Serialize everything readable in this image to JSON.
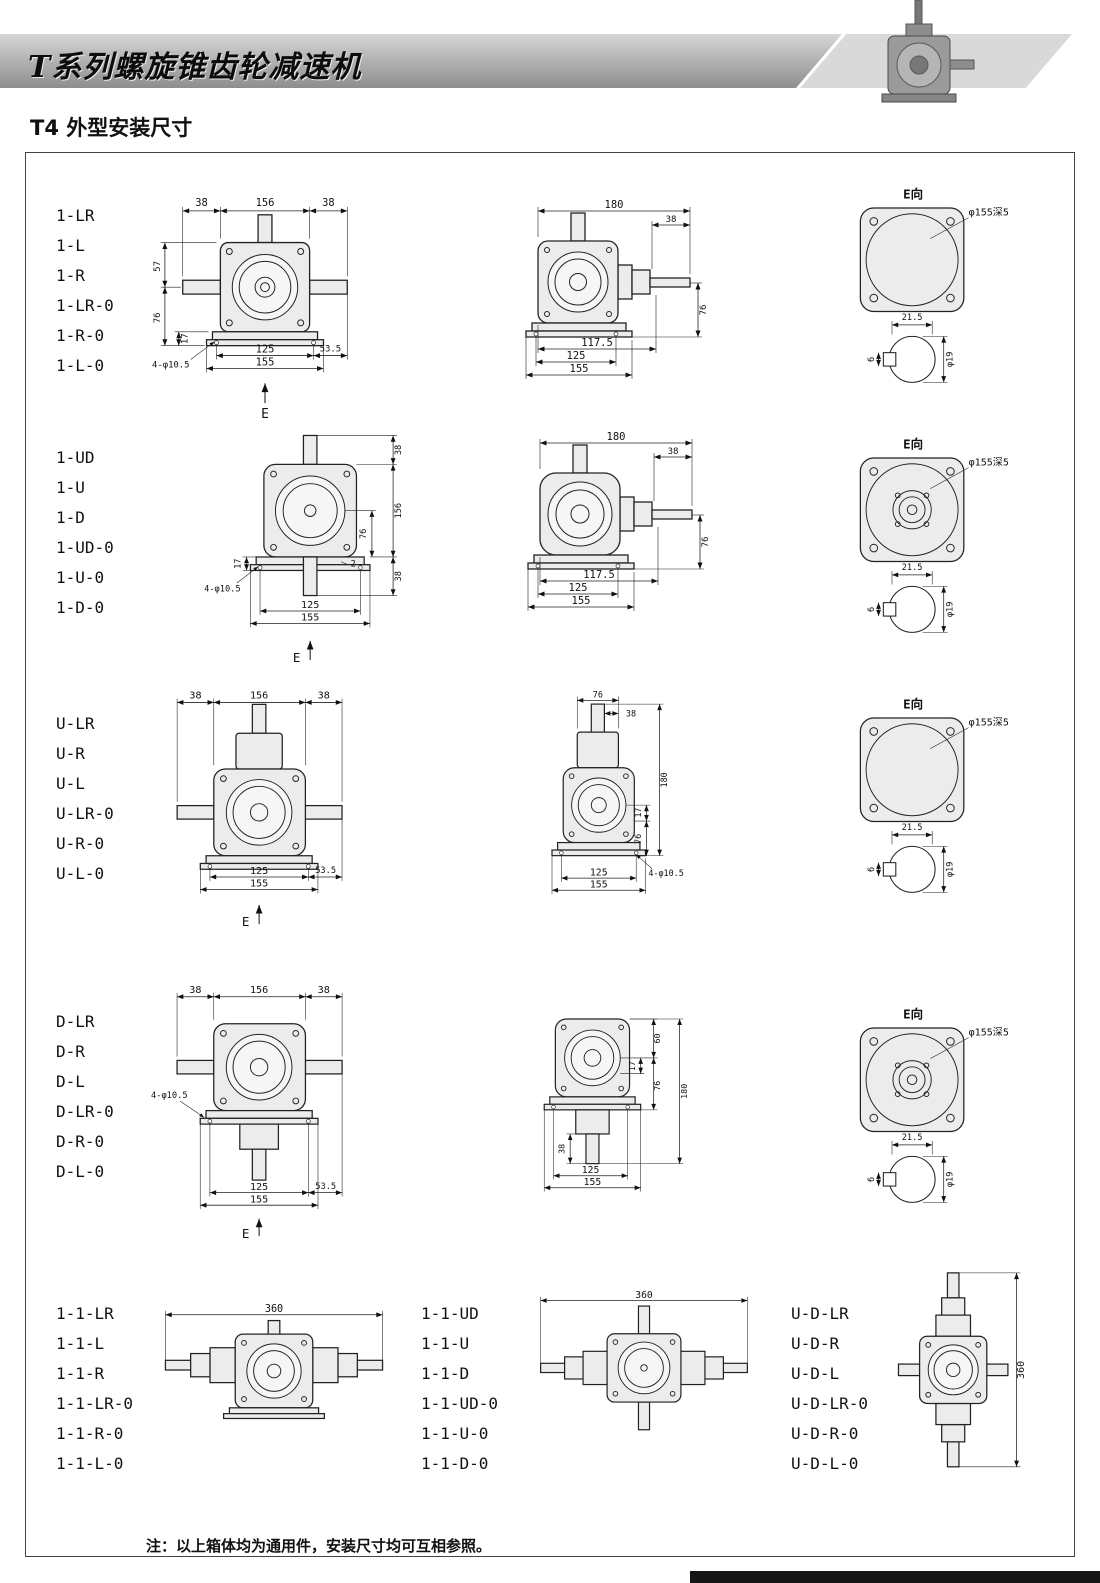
{
  "header": {
    "series_title": "T系列螺旋锥齿轮减速机",
    "page_title": "T4 外型安装尺寸"
  },
  "note": "注：以上箱体均为通用件，安装尺寸均可互相参照。",
  "rows": {
    "r1": {
      "labels": [
        "1-LR",
        "1-L",
        "1-R",
        "1-LR-0",
        "1-R-0",
        "1-L-0"
      ],
      "front": {
        "shaft_left": "38",
        "body_width": "156",
        "shaft_right": "38",
        "h_top": "57",
        "h_center": "76",
        "h_base": "17",
        "holes": "4-φ10.5",
        "bolt_span": "125",
        "base_width": "155",
        "offset": "53.5",
        "view_arrow": "E"
      },
      "side": {
        "total_width": "180",
        "shaft_ext": "38",
        "height_center": "76",
        "depth": "117.5",
        "bolt_span": "125",
        "base_width": "155"
      },
      "eview": {
        "title": "E向",
        "spigot": "φ155深5",
        "key_offset": "21.5",
        "shaft_dia": "φ19",
        "key_width": "6"
      }
    },
    "r2": {
      "labels": [
        "1-UD",
        "1-U",
        "1-D",
        "1-UD-0",
        "1-U-0",
        "1-D-0"
      ],
      "front": {
        "shaft_top": "38",
        "body_height": "156",
        "h_center": "76",
        "h_base": "17",
        "base_gap": "2",
        "shaft_bottom": "38",
        "holes": "4-φ10.5",
        "bolt_span": "125",
        "base_width": "155",
        "view_arrow": "E"
      },
      "side": {
        "total_width": "180",
        "shaft_ext": "38",
        "height_center": "76",
        "depth": "117.5",
        "bolt_span": "125",
        "base_width": "155"
      },
      "eview": {
        "title": "E向",
        "spigot": "φ155深5",
        "key_offset": "21.5",
        "shaft_dia": "φ19",
        "key_width": "6"
      }
    },
    "r3": {
      "labels": [
        "U-LR",
        "U-R",
        "U-L",
        "U-LR-0",
        "U-R-0",
        "U-L-0"
      ],
      "front": {
        "shaft_left": "38",
        "body_width": "156",
        "shaft_right": "38",
        "offset": "53.5",
        "bolt_span": "125",
        "base_width": "155",
        "view_arrow": "E"
      },
      "side": {
        "housing_width": "76",
        "shaft_ext": "38",
        "total_height": "180",
        "flange_offset": "17",
        "height_center": "76",
        "holes": "4-φ10.5",
        "bolt_span": "125",
        "base_width": "155"
      },
      "eview": {
        "title": "E向",
        "spigot": "φ155深5",
        "key_offset": "21.5",
        "shaft_dia": "φ19",
        "key_width": "6"
      }
    },
    "r4": {
      "labels": [
        "D-LR",
        "D-R",
        "D-L",
        "D-LR-0",
        "D-R-0",
        "D-L-0"
      ],
      "front": {
        "shaft_left": "38",
        "body_width": "156",
        "shaft_right": "38",
        "holes": "4-φ10.5",
        "offset": "53.5",
        "bolt_span": "125",
        "base_width": "155",
        "view_arrow": "E"
      },
      "side": {
        "h_top": "60",
        "flange_offset": "17",
        "height_center": "76",
        "total_height": "180",
        "shaft_ext": "38",
        "bolt_span": "125",
        "base_width": "155"
      },
      "eview": {
        "title": "E向",
        "spigot": "φ155深5",
        "key_offset": "21.5",
        "shaft_dia": "φ19",
        "key_width": "6"
      }
    },
    "r5": {
      "g1": {
        "labels": [
          "1-1-LR",
          "1-1-L",
          "1-1-R",
          "1-1-LR-0",
          "1-1-R-0",
          "1-1-L-0"
        ],
        "total_length": "360"
      },
      "g2": {
        "labels": [
          "1-1-UD",
          "1-1-U",
          "1-1-D",
          "1-1-UD-0",
          "1-1-U-0",
          "1-1-D-0"
        ],
        "total_length": "360"
      },
      "g3": {
        "labels": [
          "U-D-LR",
          "U-D-R",
          "U-D-L",
          "U-D-LR-0",
          "U-D-R-0",
          "U-D-L-0"
        ],
        "total_length": "360"
      }
    }
  }
}
